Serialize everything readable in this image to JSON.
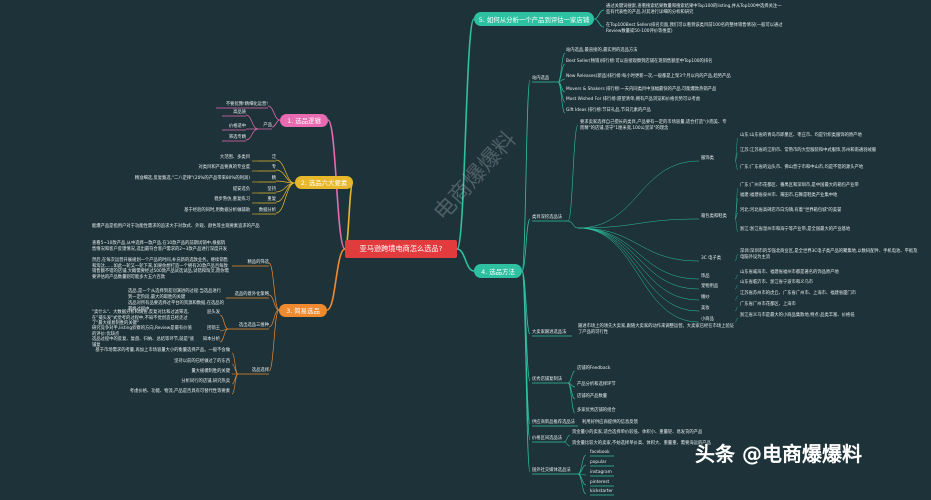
{
  "center": "亚马逊跨境电商怎么选品?",
  "watermark": "电商爆爆料",
  "footer": "头条 @电商爆爆料",
  "colors": {
    "b1": "#e86ab0",
    "b2": "#e7b82c",
    "b3": "#f08a2e",
    "b4": "#2ec1a1",
    "b5": "#2ec1a1"
  },
  "b1": {
    "title": "1. 选品逻辑",
    "items": [
      {
        "label": "不要犹豫!精细化运营!"
      },
      {
        "label": "产品",
        "children": [
          "高品质",
          "价格适中",
          "筛选专精"
        ]
      }
    ]
  },
  "b2": {
    "title": "2. 选品六大要素",
    "rows": [
      {
        "text": "大范围、多类目",
        "tag": "泛"
      },
      {
        "text": "对类目和产品要真的专业度",
        "tag": "专"
      },
      {
        "text": "精准细选,反复甄选,\"二八定律\"(20%的产品带来80%的利润)",
        "tag": "精"
      },
      {
        "text": "提安选负",
        "tag": "坚持"
      },
      {
        "text": "稳步熟仿,重复练习",
        "tag": "重复"
      },
      {
        "text": "基于经验的同时,用数据分析做辅助",
        "tag": "数据分析"
      }
    ]
  },
  "b3": {
    "title": "3. 简易选品",
    "intro": "能爆产品是指用户对于功能性需求的追求大于对款式、外观、颜色等主观要素追求的产品",
    "g1_label": "精品的筛选",
    "g1_text": "查看5~10款产品,从中选择一款产品,在10款产品的前期试销中,根据销售情况和客户反馈情况,选出最符合客户需求的2~3款产品进行深度开发",
    "g1_text2": "然后,在每次运营开展规划一个产品的时间,补充新的选款业务。继续销售和淘汰……如此一轮又一轮下来,如果你想打造一个拥有20款产品且每款销售额不错的店铺,大概需要经过500款产品试选试品,试错和淘汰,而你需要评估的产品数量则可能多大五六百款",
    "g2_label": "选品的意外化策略",
    "g2_text": "选品,是一个从选择到差别演进的过程:当选品进行到一定阶段,最大的取胜的关键",
    "g2_text2": "选品对所有品要选择过平台的资源和数据,在选品的最终过程中,",
    "g3_label": "选出选品三维种",
    "g3_items": [
      {
        "tag": "屁头发",
        "text": "\"卖什么\"、大数据分析和调查,反复对比和过滤筛选,在\"捕头发\"式觉考的过程中,不知不觉创造已经走过了\"最大规易制胜的关键\""
      },
      {
        "tag": "团销王",
        "text": "研究竞争对手,listing侦察的方向,Review是最有价值的评价:优缺点"
      },
      {
        "tag": "知本分析",
        "text": "选品过程中的反复、复盘、归纳、总结等环节,就是\"底铺复"
      }
    ],
    "g4_label": "选品选择",
    "g4_items": [
      "基于市场需求的考量,再加上市场容量大小的衡量选择产品。一般不会做",
      "坚持以前的已经做过了的东西",
      "量大规模制胜的关键",
      "分析同行的店铺,研究热卖",
      "考虑价格、功能、物流,产品是否具有可替代性等要素"
    ]
  },
  "b4": {
    "title": "4. 选品方法",
    "subs": [
      {
        "label": "站内选品",
        "items": [
          "站内选品,最直接的,最实用的选品方法",
          "Best Seller(畅销)排行榜:可以直接观察到店铺在现销售额里中Top100的排名",
          "New Releases(新品)排行榜:每小时更新一次,一般都是上架3个月以内的产品,趋势产品",
          "Movers & Shakers 排行榜:一天内同类目中涨幅最快的产品,可能爆款热销产品",
          "Most Wished For 排行榜:愿望清单,拥有产品浏览和价格优势可以考虑",
          "Gift Ideas 排行榜:节日礼品,节日元素的产品"
        ]
      },
      {
        "label": "类目深挖选品法",
        "head": "要求卖家选择自己擅长的类目,产品要有一定的市场容量,适合打造\"小而美、专而精\"的店铺,坚守\"1厘米宽,100公里深\"的理念",
        "regions": [
          {
            "name": "服饰类",
            "items": [
              "山东:山东省的青岛市即墨区、枣庄市、均是针织类服饰的原产地",
              "江苏:江苏省的江阴市、常熟市的大型服装和中式服饰,苏州和南通羽绒服",
              "广东:广东省的汕头市、佛山普宁市和中山市,均是不错的源头产地"
            ]
          },
          {
            "name": "箱包类和鞋类",
            "items": [
              "广东:广州市花都区、番禺区和深圳市,是中国最大的箱包产业带",
              "福建:福建省泉州市、莆田市,石狮是鞋类产业集中地",
              "河北:河北省高碑店市白沟镇,有着\"世界箱包城\"的美誉",
              "浙江:浙江省温州市和海宁等产业带,是全国最大的产业基地"
            ]
          },
          {
            "name": "3C 电子类",
            "items": [
              "深圳:深圳市的华强北商业区,是全世界3C电子类产品的聚集地,以数码配件、手机电池、平板及电脑外设为主流"
            ]
          },
          {
            "name": "饰品",
            "items": [
              "山东省威海市、福建省福州市都是著名的饰品原产地"
            ]
          },
          {
            "name": "宠物用品",
            "items": [
              "山东省临沂市、浙江省宁波市和义乌市"
            ]
          },
          {
            "name": "婚纱",
            "items": [
              "江苏省苏州市的虎丘、广东省广州市、上海市、福建省厦门市"
            ]
          },
          {
            "name": "美妆",
            "items": [
              "广东省广州市花都区、上海市"
            ]
          },
          {
            "name": "小商品",
            "items": [
              "浙江省义乌市是最大的小商品集散地,特点:品类丰富、价格低"
            ]
          }
        ]
      },
      {
        "label": "大卖家跟进选品法",
        "text": "跟进市场上的领先大卖家,跟随大卖家的动作来调整运营。大卖家已经在市场上验证了产品的可行性"
      },
      {
        "label": "优秀店铺复制法",
        "items": [
          "店铺的Feedback",
          "产品分析和选择环节",
          "店铺的产品数量",
          "多家优秀店铺的组合"
        ]
      },
      {
        "label": "供应商新品推荐选品法",
        "text": "利用好供应商提供的信息反馈"
      },
      {
        "label": "价格区间选品法",
        "items": [
          "资金量小的卖家,适合选择单价较低、体积小、重量轻、易发货的产品",
          "资金量比较大的卖家,不妨选择单价高、体积大、重量重、需要海运的产品"
        ]
      },
      {
        "label": "国外社交媒体选品法",
        "items": [
          "facebook",
          "popular",
          "instagram",
          "pinterest",
          "kickstarter"
        ]
      }
    ]
  },
  "b5": {
    "title": "5. 如何从分析一个产品到评估一家店铺",
    "items": [
      "通过关键词搜索,查看搜索结果数量和搜索结果中Top100的listing,并从Top100中选择关注一些有代表性的产品,对其进行详细的分析和研究",
      "在Top100Best Sellers排名页面,我们可以看到该类目前100名的整体销售情况(一般可以通过Review数量或50-100评价等维度)"
    ]
  }
}
